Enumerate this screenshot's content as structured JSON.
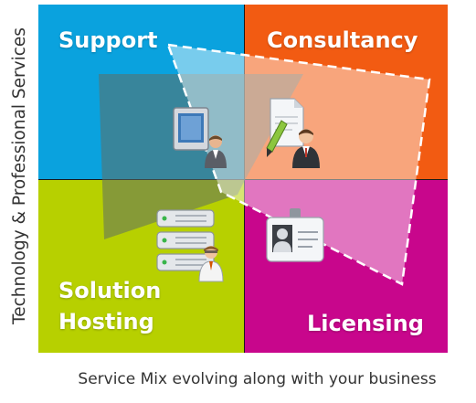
{
  "axes": {
    "y_label": "Technology & Professional Services",
    "x_label": "Service Mix evolving along with your business"
  },
  "quadrants": {
    "support": {
      "label": "Support",
      "color": "#0aa2de"
    },
    "consultancy": {
      "label": "Consultancy",
      "color": "#f25b12"
    },
    "solution_hosting": {
      "label_line1": "Solution",
      "label_line2": "Hosting",
      "color": "#b7d000"
    },
    "licensing": {
      "label": "Licensing",
      "color": "#c8068c"
    }
  },
  "icons": [
    "monitor-icon",
    "user-icon",
    "document-icon",
    "pen-icon",
    "server-stack-icon",
    "technician-icon",
    "id-badge-icon"
  ]
}
